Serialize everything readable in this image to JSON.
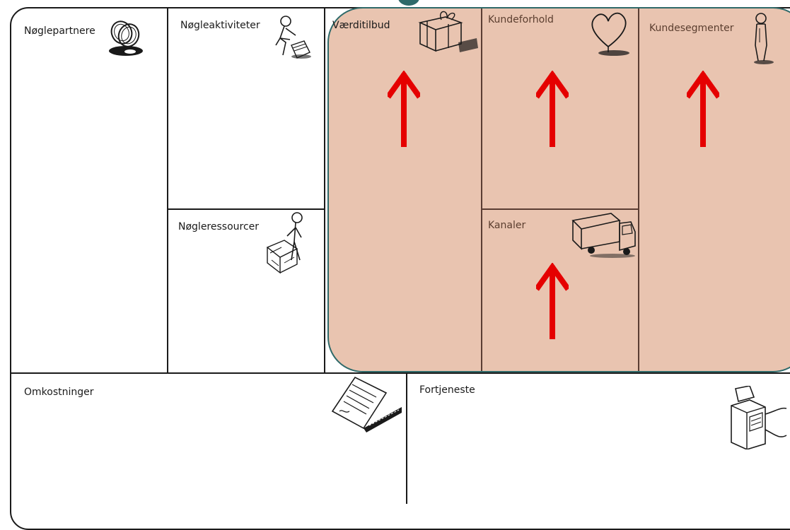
{
  "canvas": {
    "blocks": {
      "key_partners": "Nøglepartnere",
      "key_activities": "Nøgleaktiviteter",
      "key_resources": "Nøgleressourcer",
      "value_propositions": "Værditilbud",
      "customer_relationships": "Kundeforhold",
      "channels": "Kanaler",
      "customer_segments": "Kundesegmenter",
      "cost_structure": "Omkostninger",
      "revenue_streams": "Fortjeneste"
    },
    "icons": {
      "key_partners": "rings-icon",
      "key_activities": "worker-icon",
      "key_resources": "worker-with-boxes-icon",
      "value_propositions": "gift-icon",
      "customer_relationships": "heart-icon",
      "channels": "truck-icon",
      "customer_segments": "person-icon",
      "cost_structure": "receipt-icon",
      "revenue_streams": "cash-register-icon"
    },
    "highlight": {
      "color": "#dca080",
      "border_color": "#2f6a6a",
      "arrow_color": "#e50000",
      "arrow_direction": "up"
    }
  }
}
